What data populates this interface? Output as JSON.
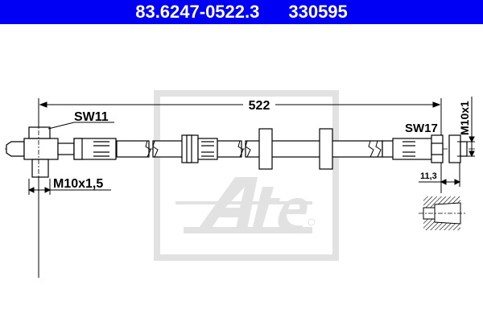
{
  "header": {
    "part_number": "83.6247-0522.3",
    "ref_number": "330595",
    "background": "#0000f5",
    "text_color": "#ffffff"
  },
  "drawing": {
    "subject": "brake-hose",
    "overall_length_label": "522",
    "left_fitting": {
      "wrench_size_label": "SW11",
      "thread_label": "M10x1,5"
    },
    "right_fitting": {
      "wrench_size_label": "SW17",
      "thread_label": "M10x1",
      "length_label": "11,3"
    },
    "watermark": {
      "brand": "Ate",
      "registered_mark": "®",
      "color": "#e0e0e0"
    }
  }
}
